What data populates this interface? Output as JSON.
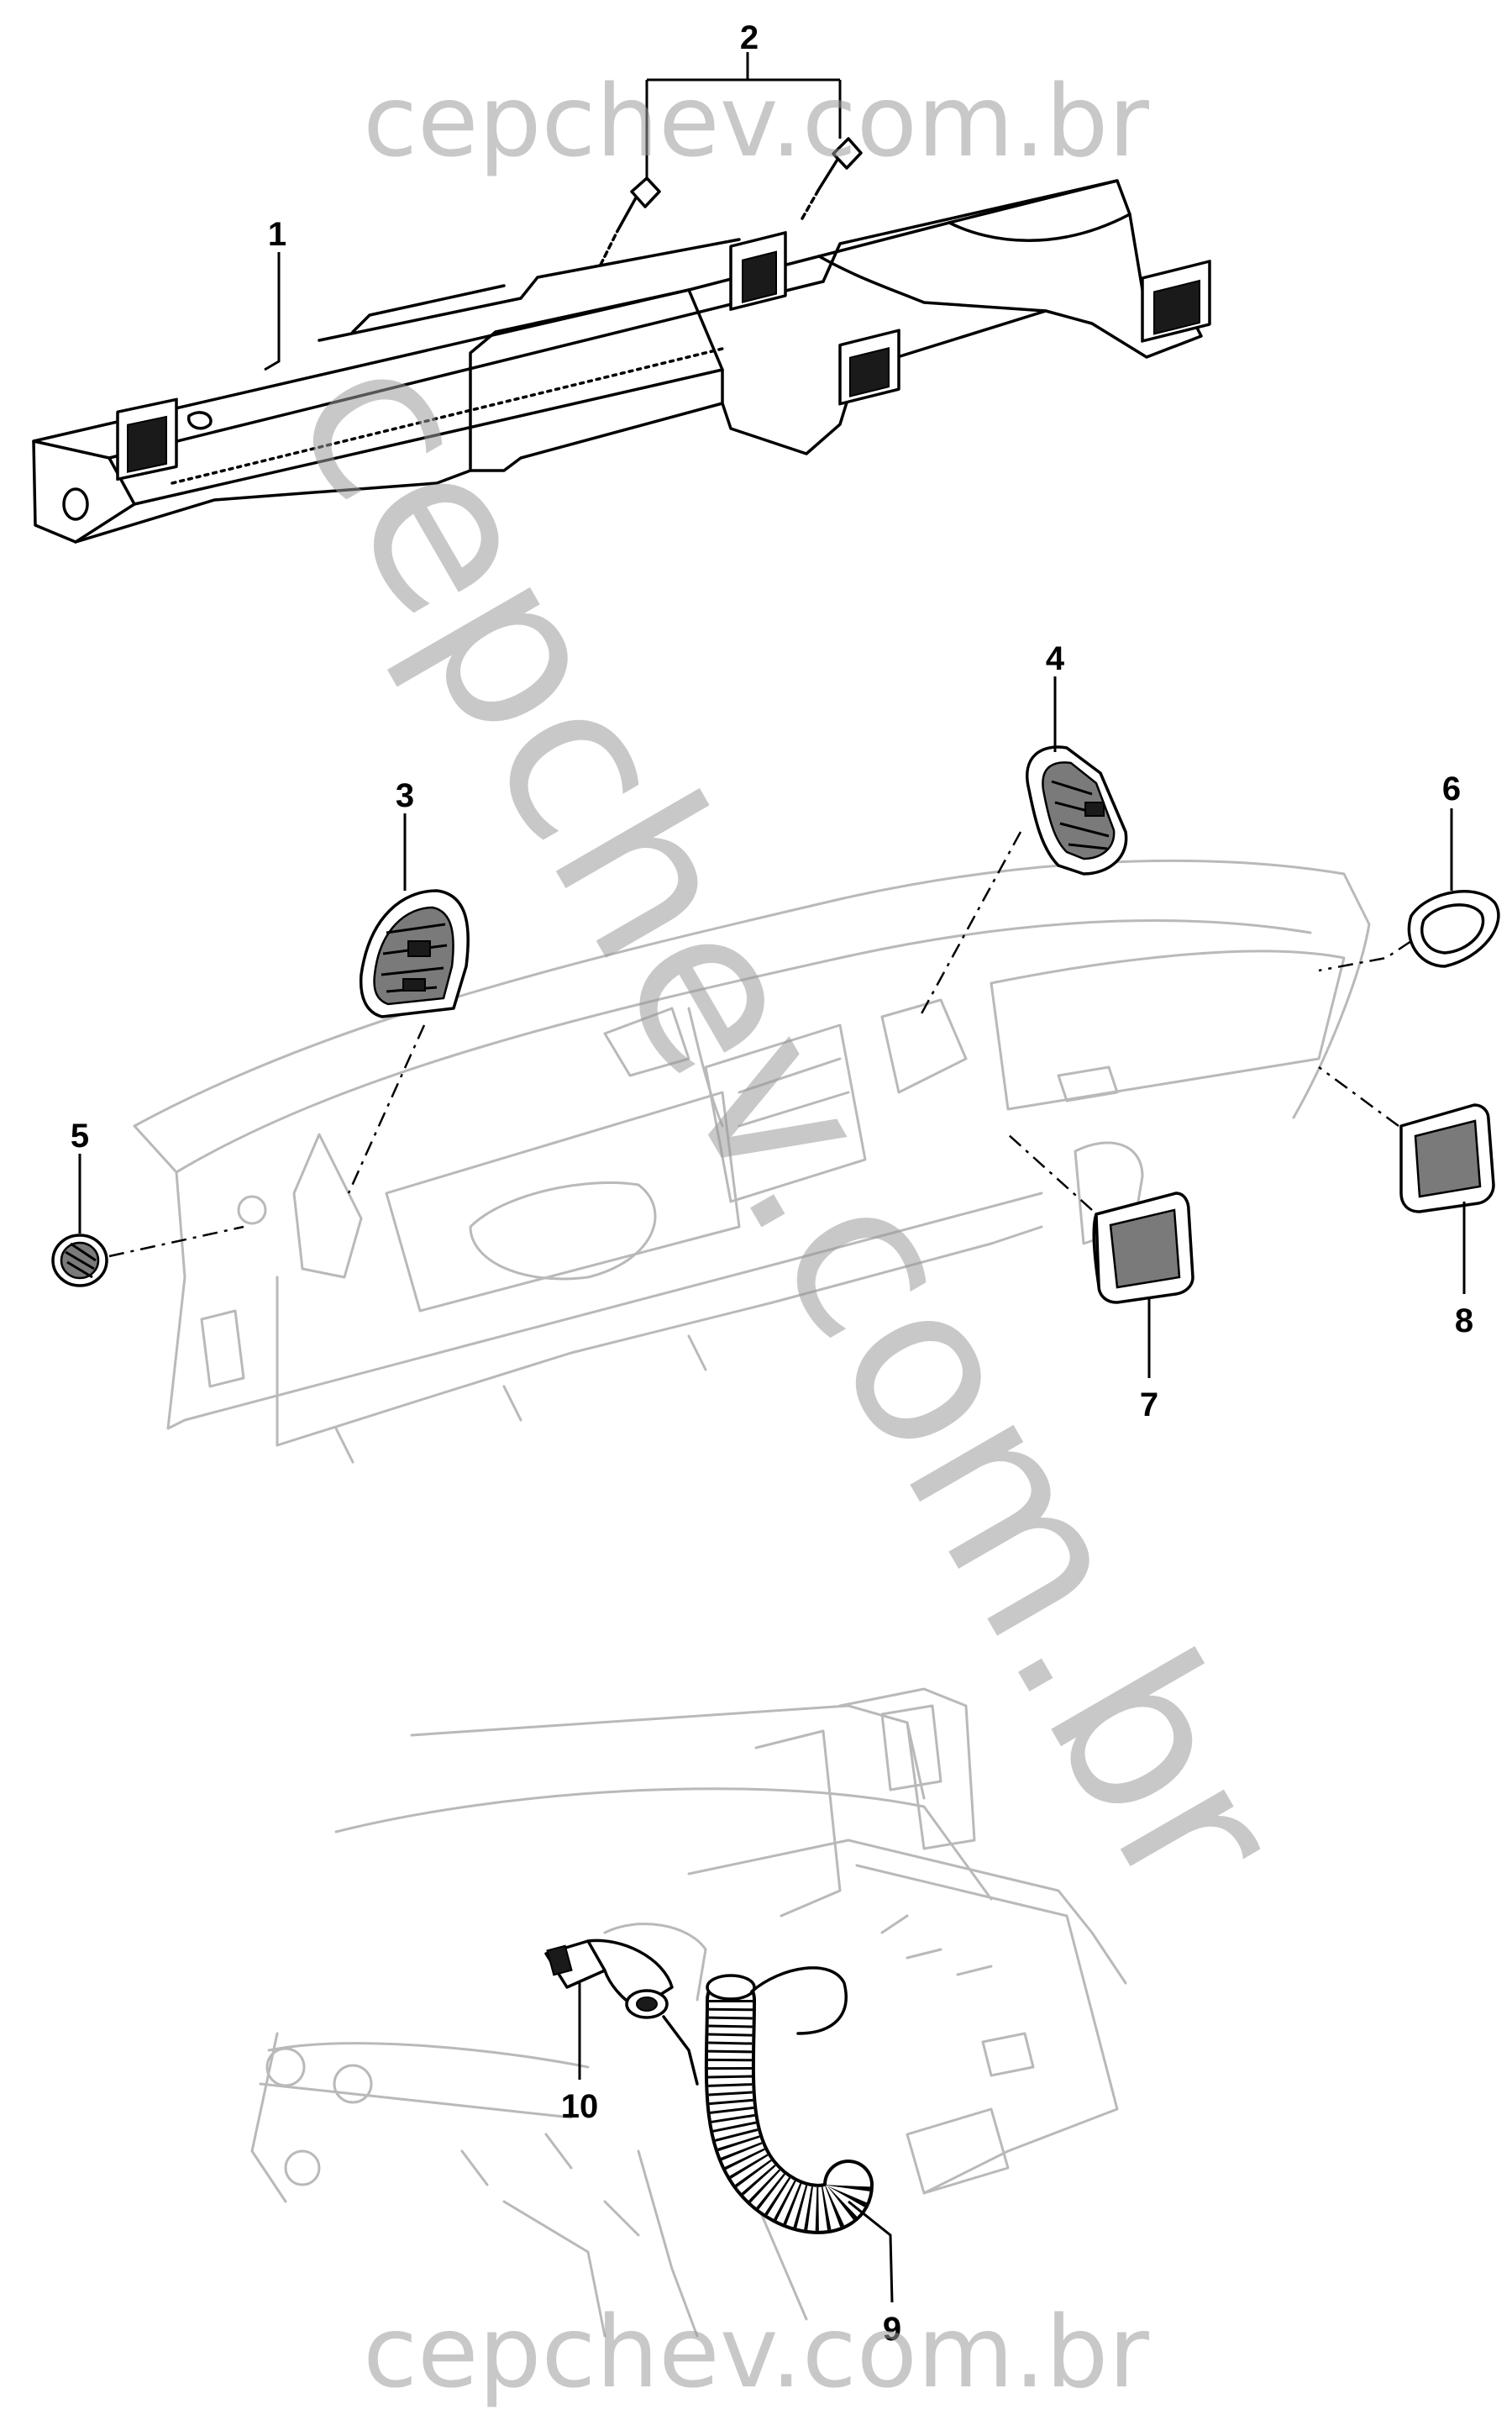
{
  "watermark": {
    "top": "cepchev.com.br",
    "diagonal": "cepchev.com.br",
    "bottom": "cepchev.com.br"
  },
  "callouts": [
    "1",
    "2",
    "3",
    "4",
    "5",
    "6",
    "7",
    "8",
    "9",
    "10"
  ]
}
